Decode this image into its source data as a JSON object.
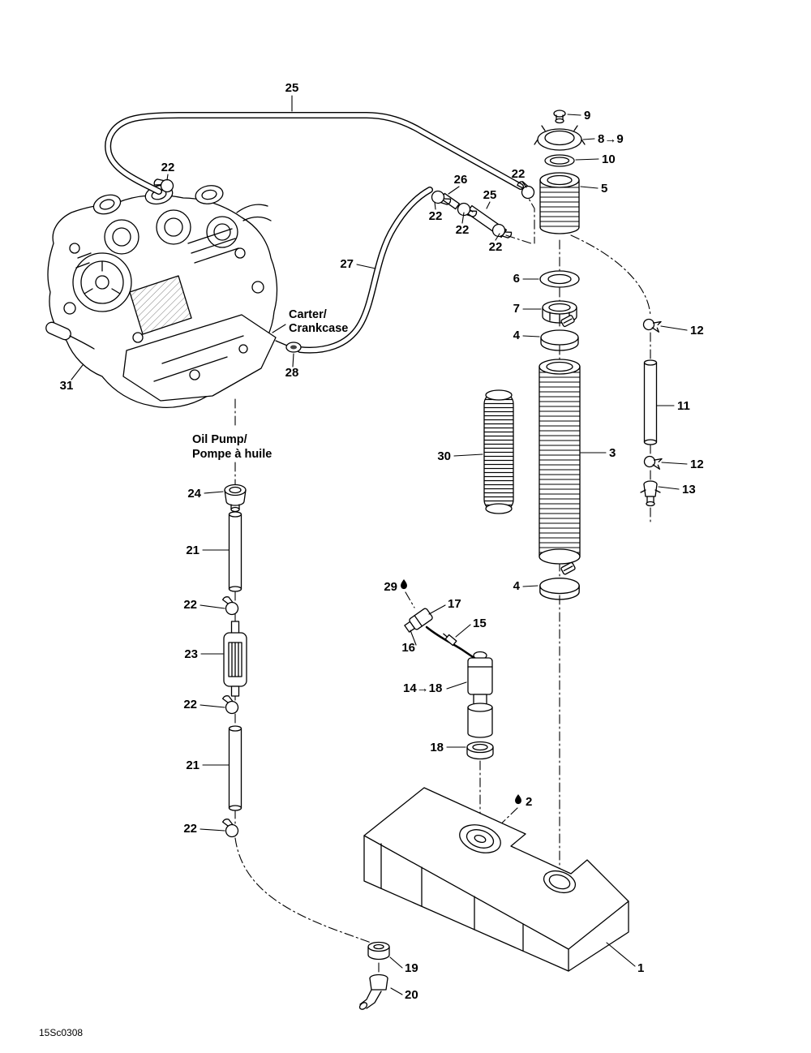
{
  "meta": {
    "drawing_code": "15Sc0308"
  },
  "annotations": {
    "crankcase_l1": "Carter/",
    "crankcase_l2": "Crankcase",
    "oil_pump_l1": "Oil Pump/",
    "oil_pump_l2": "Pompe à huile"
  },
  "icons": {
    "oil_drop": "oil-drop-icon"
  },
  "colors": {
    "line": "#000000",
    "background": "#ffffff"
  },
  "callouts": [
    {
      "part": "main-oil-hose",
      "label": "25"
    },
    {
      "part": "engine-hose-clamp",
      "label": "22"
    },
    {
      "part": "inline-fitting",
      "label": "26"
    },
    {
      "part": "chain-clamp-a",
      "label": "22"
    },
    {
      "part": "short-hose",
      "label": "25"
    },
    {
      "part": "chain-clamp-b",
      "label": "22"
    },
    {
      "part": "chain-clamp-c",
      "label": "22"
    },
    {
      "part": "filler-clamp",
      "label": "22"
    },
    {
      "part": "vent-cap",
      "label": "9"
    },
    {
      "part": "filler-cap",
      "label": "8→9"
    },
    {
      "part": "cap-gasket",
      "label": "10"
    },
    {
      "part": "filler-neck",
      "label": "5"
    },
    {
      "part": "washer",
      "label": "6"
    },
    {
      "part": "collar",
      "label": "7"
    },
    {
      "part": "hose-clamp-upper",
      "label": "4"
    },
    {
      "part": "spring-clamp-upper",
      "label": "12"
    },
    {
      "part": "return-hose",
      "label": "27"
    },
    {
      "part": "straight-tube-right",
      "label": "11"
    },
    {
      "part": "crankcase-grommet",
      "label": "28"
    },
    {
      "part": "engine",
      "label": "31"
    },
    {
      "part": "spring-clamp-lower",
      "label": "12"
    },
    {
      "part": "barb-fitting",
      "label": "13"
    },
    {
      "part": "bellows-hose",
      "label": "3"
    },
    {
      "part": "spring",
      "label": "30"
    },
    {
      "part": "check-valve",
      "label": "24"
    },
    {
      "part": "tube-upper",
      "label": "21"
    },
    {
      "part": "left-clamp-a",
      "label": "22"
    },
    {
      "part": "oil-filter",
      "label": "23"
    },
    {
      "part": "left-clamp-b",
      "label": "22"
    },
    {
      "part": "tube-lower",
      "label": "21"
    },
    {
      "part": "left-clamp-c",
      "label": "22"
    },
    {
      "part": "hose-clamp-lower",
      "label": "4"
    },
    {
      "part": "oil-drop-sensor",
      "label": "29"
    },
    {
      "part": "connector",
      "label": "17"
    },
    {
      "part": "wire-clamp",
      "label": "15"
    },
    {
      "part": "terminal",
      "label": "16"
    },
    {
      "part": "oil-level-sensor",
      "label": "14→18"
    },
    {
      "part": "sensor-ring",
      "label": "18"
    },
    {
      "part": "tank-cap",
      "label": "2"
    },
    {
      "part": "tank-grommet",
      "label": "19"
    },
    {
      "part": "elbow-fitting",
      "label": "20"
    },
    {
      "part": "oil-tank",
      "label": "1"
    }
  ]
}
